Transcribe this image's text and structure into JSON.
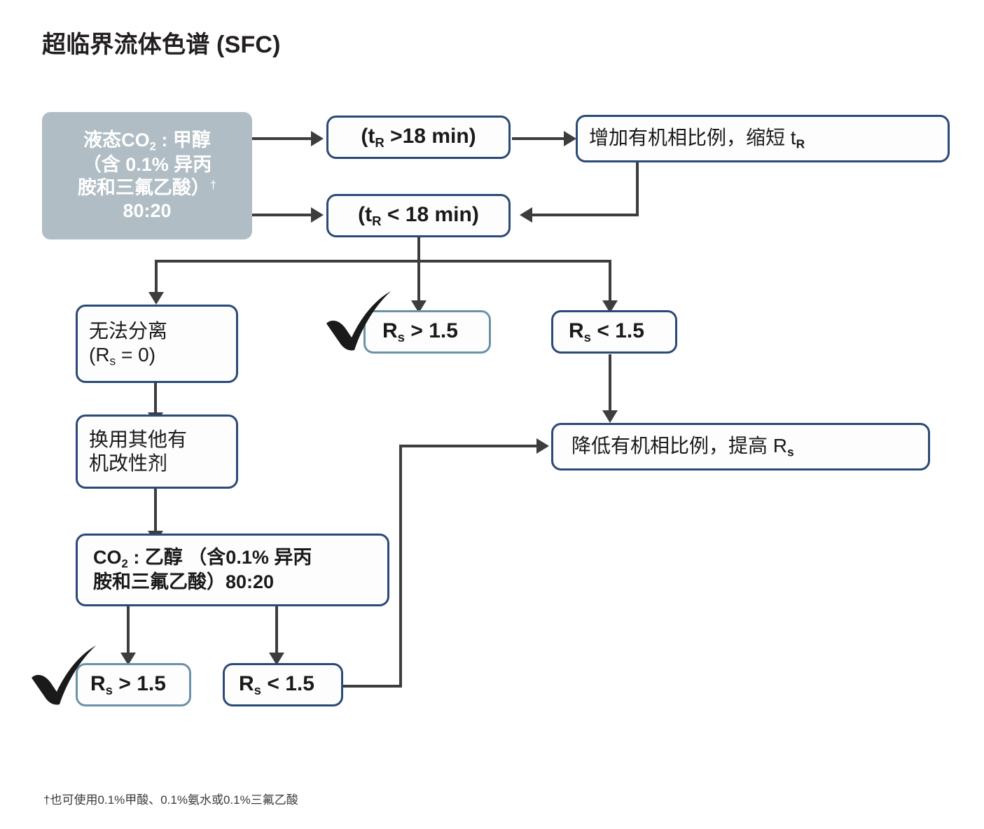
{
  "title": "超临界流体色谱 (SFC)",
  "footnote": "†也可使用0.1%甲酸、0.1%氨水或0.1%三氟乙酸",
  "colors": {
    "start_box_fill": "#b0bdc4",
    "node_border": "#2b4a77",
    "node_border_light": "#6a93a8",
    "connector": "#3d3d3d",
    "text": "#1a1a1a",
    "title": "#231f20"
  },
  "nodes": {
    "start": {
      "line1_a": "液态CO",
      "line1_sub": "2",
      "line1_b": " : 甲醇",
      "line2": "（含 0.1% 异丙",
      "line3_a": "胺和三氟乙酸）",
      "line3_dagger": "†",
      "line4": "80:20"
    },
    "tr_gt": {
      "pre": "(t",
      "sub": "R",
      "post": " >18 min)"
    },
    "tr_lt": {
      "pre": "(t",
      "sub": "R",
      "post": " < 18 min)"
    },
    "increase_organic": {
      "pre": "增加有机相比例，缩短 t",
      "sub": "R"
    },
    "no_separation": {
      "line1": "无法分离",
      "line2_pre": "(R",
      "line2_sub": "s",
      "line2_post": " = 0)"
    },
    "rs_gt_top": {
      "pre": "R",
      "sub": "s",
      "post": " > 1.5"
    },
    "rs_lt_top": {
      "pre": "R",
      "sub": "s",
      "post": " < 1.5"
    },
    "change_modifier": {
      "line1": "换用其他有",
      "line2": "机改性剂"
    },
    "decrease_organic": {
      "pre": "降低有机相比例，提高 R",
      "sub": "s"
    },
    "co2_ethanol": {
      "line1_a": "CO",
      "line1_sub": "2",
      "line1_b": " : 乙醇 （含0.1% 异丙",
      "line2": "胺和三氟乙酸）80:20"
    },
    "rs_gt_bottom": {
      "pre": "R",
      "sub": "s",
      "post": " > 1.5"
    },
    "rs_lt_bottom": {
      "pre": "R",
      "sub": "s",
      "post": " < 1.5"
    }
  },
  "flow": {
    "type": "flowchart",
    "edges": [
      {
        "from": "start",
        "to": "tr_gt",
        "style": "arrow-right"
      },
      {
        "from": "start",
        "to": "tr_lt",
        "style": "arrow-right"
      },
      {
        "from": "tr_gt",
        "to": "increase_organic",
        "style": "arrow-right"
      },
      {
        "from": "increase_organic",
        "to": "tr_lt",
        "style": "feedback-loop-left"
      },
      {
        "from": "tr_lt",
        "to": "no_separation",
        "style": "split-down"
      },
      {
        "from": "tr_lt",
        "to": "rs_gt_top",
        "style": "split-down"
      },
      {
        "from": "tr_lt",
        "to": "rs_lt_top",
        "style": "split-down"
      },
      {
        "from": "rs_lt_top",
        "to": "decrease_organic",
        "style": "arrow-down"
      },
      {
        "from": "no_separation",
        "to": "change_modifier",
        "style": "arrow-down"
      },
      {
        "from": "change_modifier",
        "to": "co2_ethanol",
        "style": "arrow-down"
      },
      {
        "from": "co2_ethanol",
        "to": "rs_gt_bottom",
        "style": "arrow-down"
      },
      {
        "from": "co2_ethanol",
        "to": "rs_lt_bottom",
        "style": "arrow-down"
      },
      {
        "from": "rs_lt_bottom",
        "to": "decrease_organic",
        "style": "route-right-up"
      }
    ],
    "check_marks": [
      "rs_gt_top",
      "rs_gt_bottom"
    ]
  }
}
